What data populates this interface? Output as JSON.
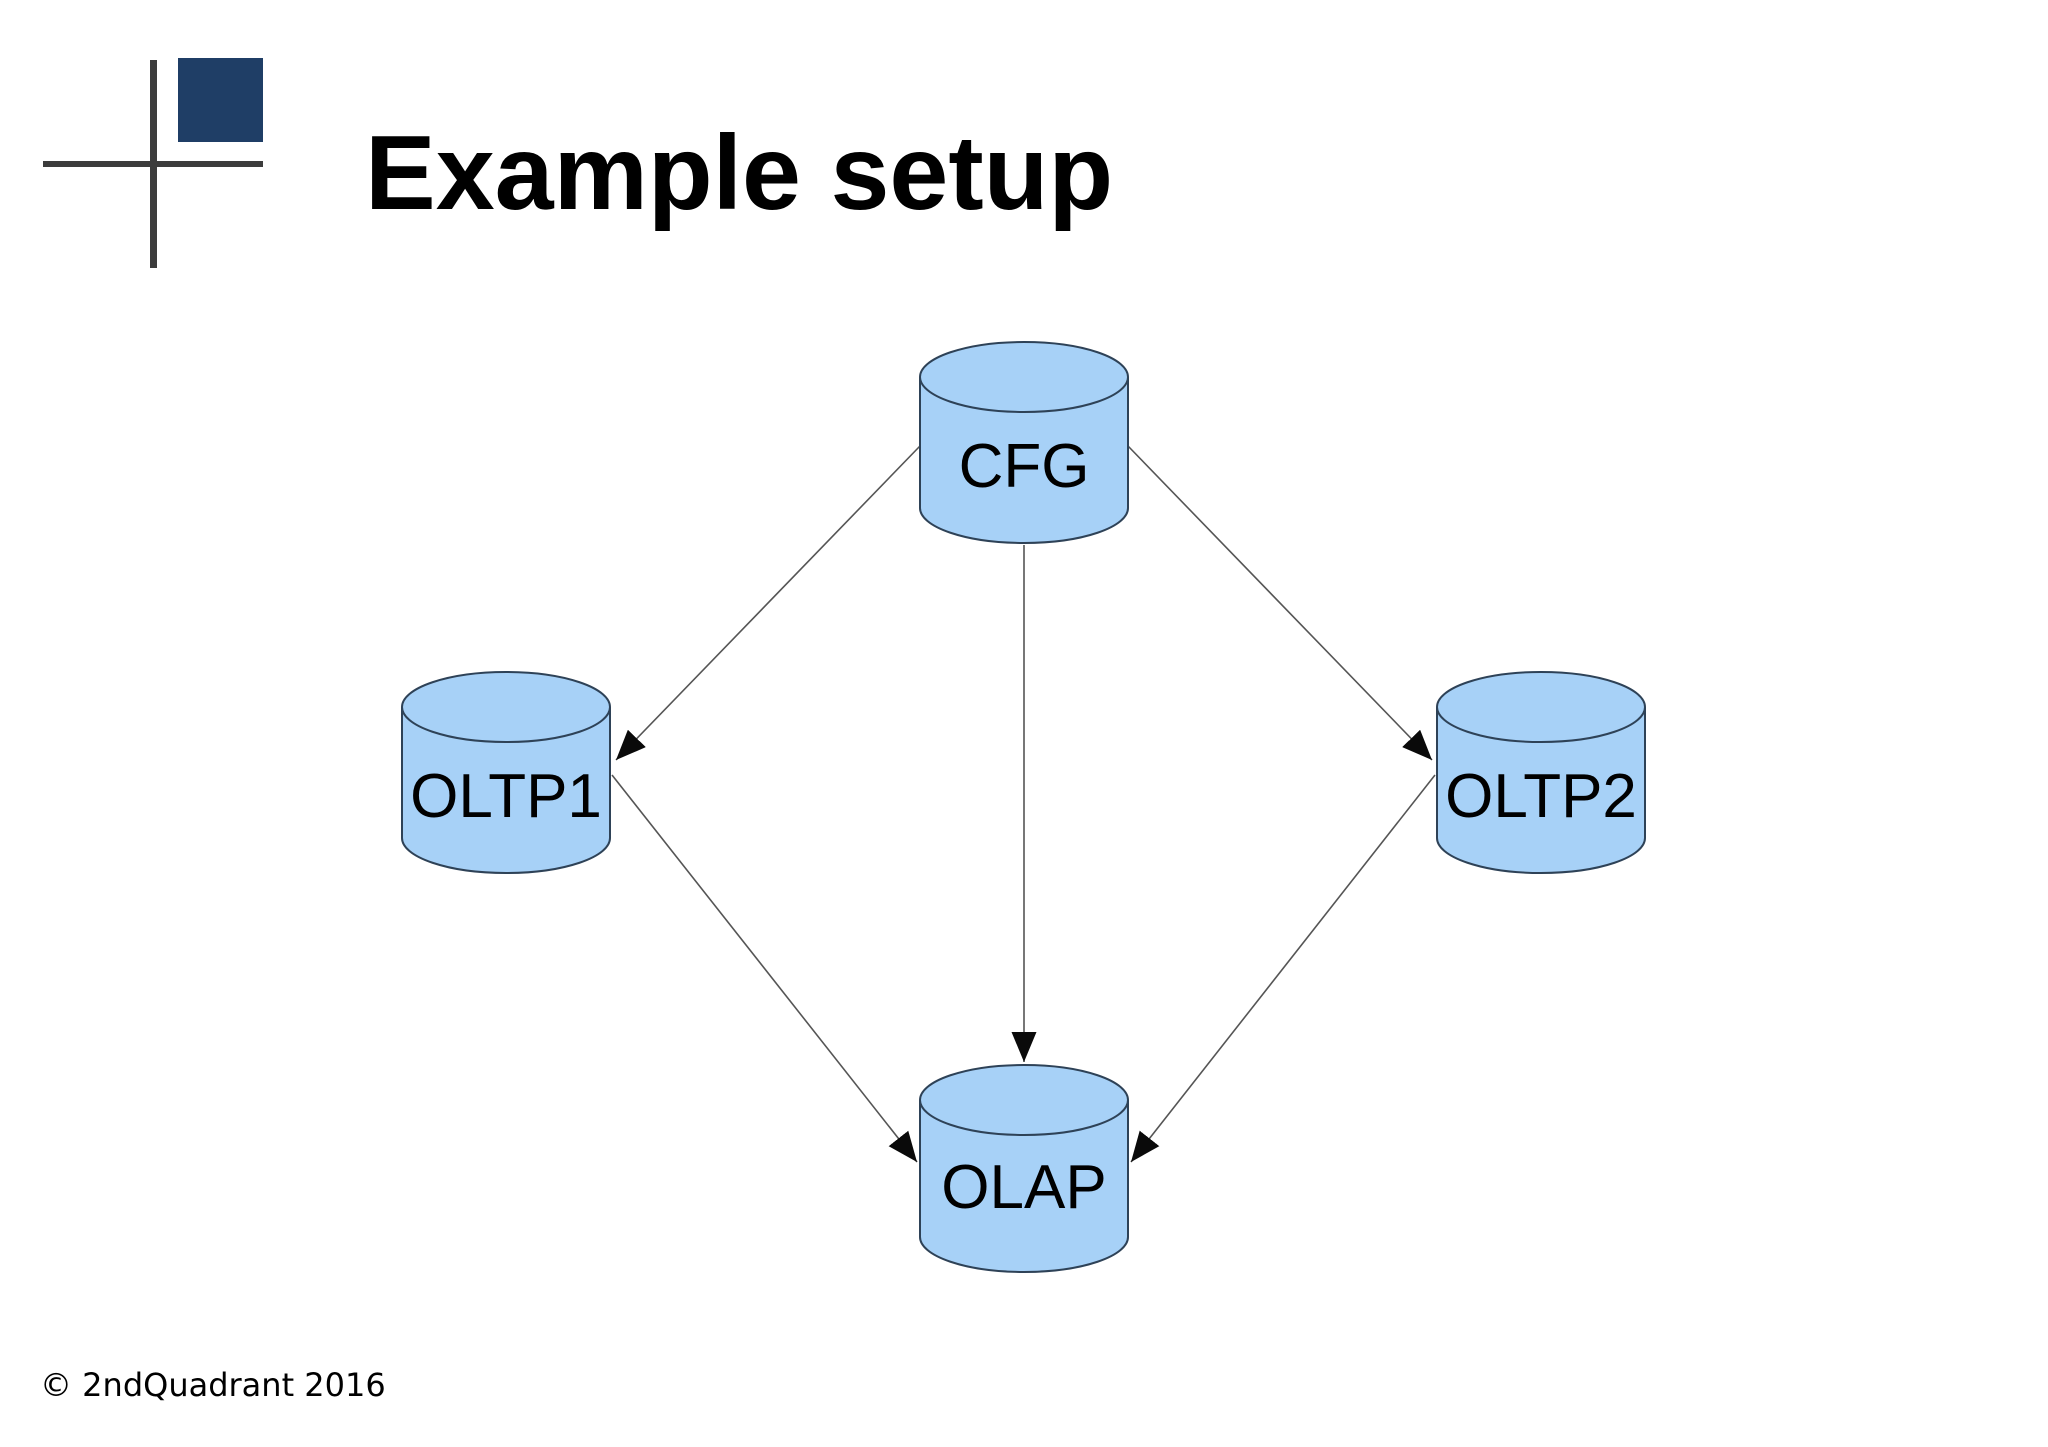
{
  "slide": {
    "title": "Example setup",
    "footer": "© 2ndQuadrant 2016"
  },
  "logo": {
    "name": "2ndQuadrant crosshair logo",
    "square_color": "#1f3e66",
    "line_color": "#3c3c3c"
  },
  "diagram": {
    "type": "database-topology",
    "node_shape": "database-cylinder",
    "node_fill": "#a7d1f7",
    "node_stroke": "#2e4257",
    "edge_color": "#555555",
    "arrowhead_color": "#0a0a0a",
    "nodes": [
      {
        "id": "cfg",
        "label": "CFG"
      },
      {
        "id": "oltp1",
        "label": "OLTP1"
      },
      {
        "id": "oltp2",
        "label": "OLTP2"
      },
      {
        "id": "olap",
        "label": "OLAP"
      }
    ],
    "edges": [
      {
        "from": "CFG",
        "to": "OLTP1"
      },
      {
        "from": "CFG",
        "to": "OLTP2"
      },
      {
        "from": "CFG",
        "to": "OLAP"
      },
      {
        "from": "OLTP1",
        "to": "OLAP"
      },
      {
        "from": "OLTP2",
        "to": "OLAP"
      }
    ]
  }
}
